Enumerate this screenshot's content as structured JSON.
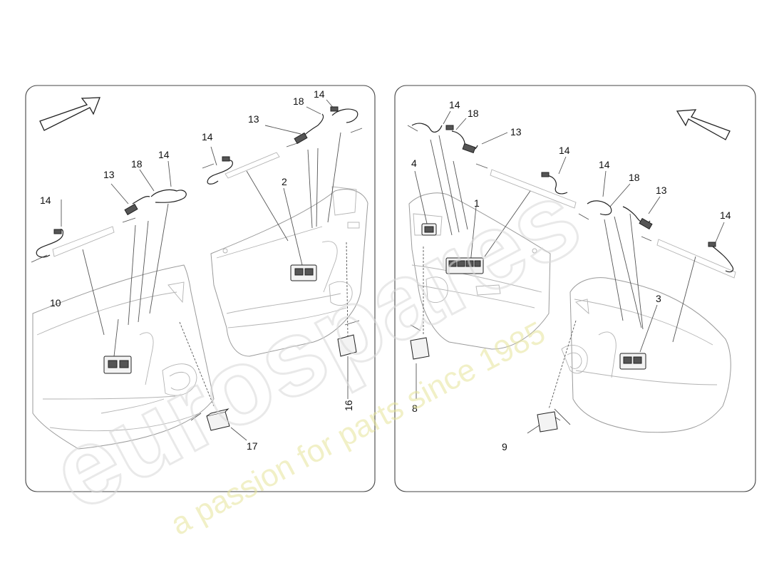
{
  "watermark": {
    "brand": "eurospares",
    "tagline": "a passion for parts since 1985"
  },
  "callouts": {
    "left": {
      "c14a": "14",
      "c14b": "14",
      "c14c": "14",
      "c14d": "14",
      "c13a": "13",
      "c13b": "13",
      "c18a": "18",
      "c18b": "18",
      "c10": "10",
      "c2": "2",
      "c16": "16",
      "c17": "17"
    },
    "right": {
      "c14a": "14",
      "c14b": "14",
      "c14c": "14",
      "c14d": "14",
      "c18a": "18",
      "c18b": "18",
      "c13a": "13",
      "c13b": "13",
      "c4": "4",
      "c1": "1",
      "c3": "3",
      "c8": "8",
      "c9": "9"
    }
  }
}
